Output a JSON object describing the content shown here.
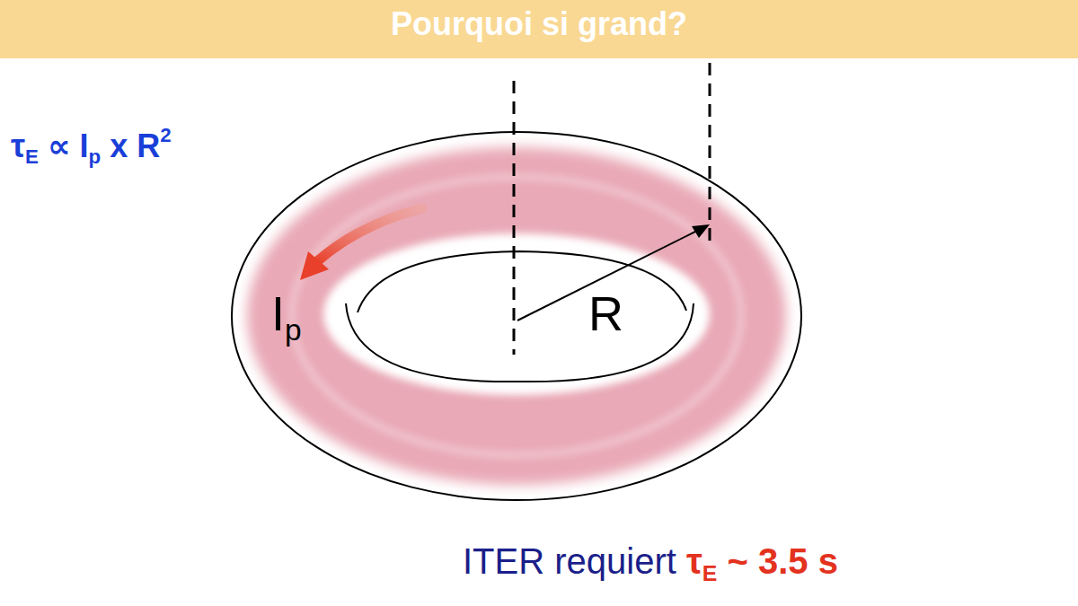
{
  "diagram": {
    "title": "Pourquoi si grand?",
    "labels": [
      "τ",
      "E",
      " ∝ I",
      "p",
      " x R",
      "2",
      "I",
      "p",
      "R",
      "ITER requiert ",
      "τ",
      "E",
      " ~ 3.5 s"
    ]
  }
}
